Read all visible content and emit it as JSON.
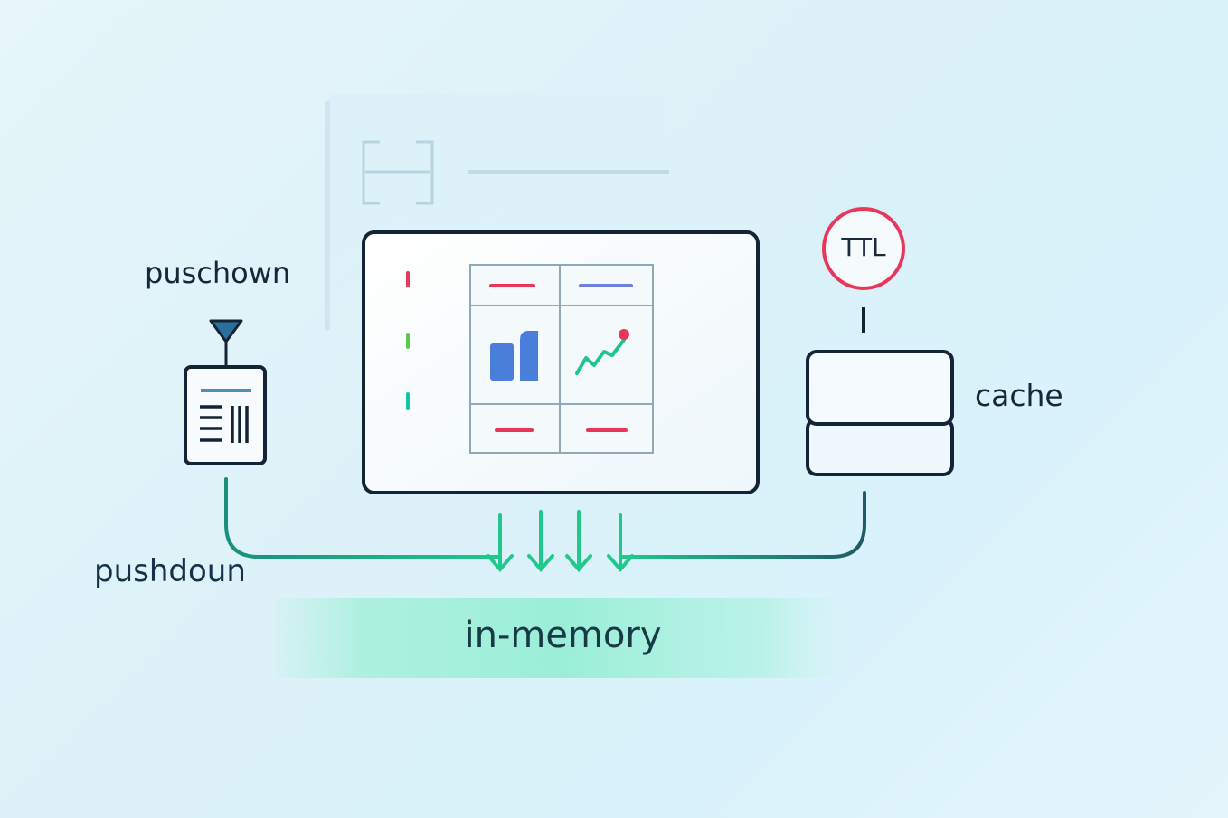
{
  "labels": {
    "pushdown_top": "puschown",
    "pushdown_bottom": "pushdoun",
    "cache": "cache",
    "ttl": "TTL",
    "memory": "in-memory"
  },
  "colors": {
    "outline": "#142436",
    "accent_green": "#1fbf8f",
    "accent_red": "#e8385a",
    "accent_blue": "#4a7fd9",
    "panel_stroke": "#8fa9b8"
  },
  "icons": {
    "filter": "funnel-icon",
    "document": "document-icon",
    "dashboard": "dashboard-window-icon",
    "cache": "cache-stack-icon",
    "ttl": "ttl-circle-icon",
    "bar_chart": "bar-chart-icon",
    "line_chart": "line-chart-icon"
  }
}
